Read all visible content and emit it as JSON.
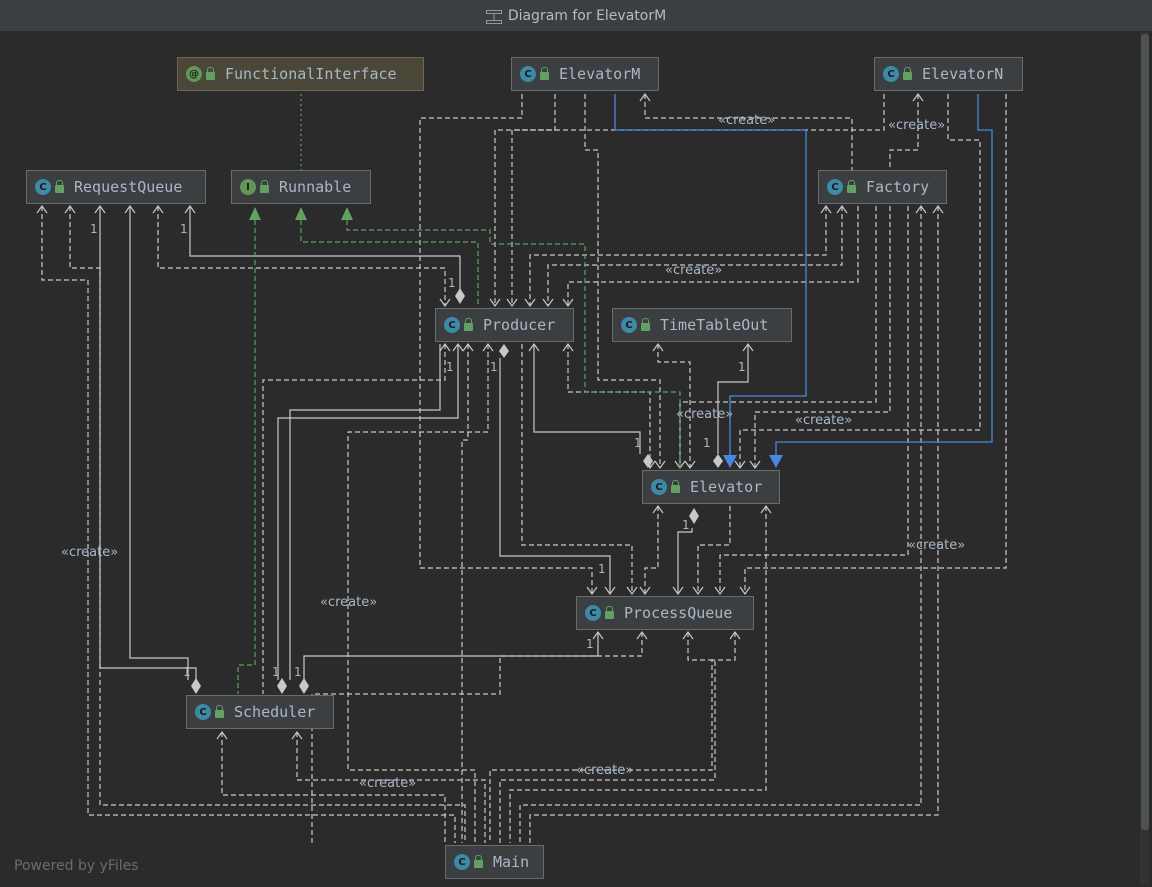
{
  "window": {
    "title": "Diagram for ElevatorM"
  },
  "nodes": {
    "functional_interface": "FunctionalInterface",
    "elevator_m": "ElevatorM",
    "elevator_n": "ElevatorN",
    "request_queue": "RequestQueue",
    "runnable": "Runnable",
    "factory": "Factory",
    "producer": "Producer",
    "time_table_out": "TimeTableOut",
    "elevator": "Elevator",
    "process_queue": "ProcessQueue",
    "scheduler": "Scheduler",
    "main": "Main"
  },
  "icons": {
    "class": "C",
    "interface": "I",
    "annotation": "@"
  },
  "labels": {
    "create": "«create»",
    "one": "1"
  },
  "footer": {
    "powered": "Powered by yFiles"
  },
  "colors": {
    "background": "#2b2b2b",
    "node": "#3c3f41",
    "line": "#c8c8c8",
    "realization": "#62a162",
    "inheritance": "#4a88e0"
  }
}
